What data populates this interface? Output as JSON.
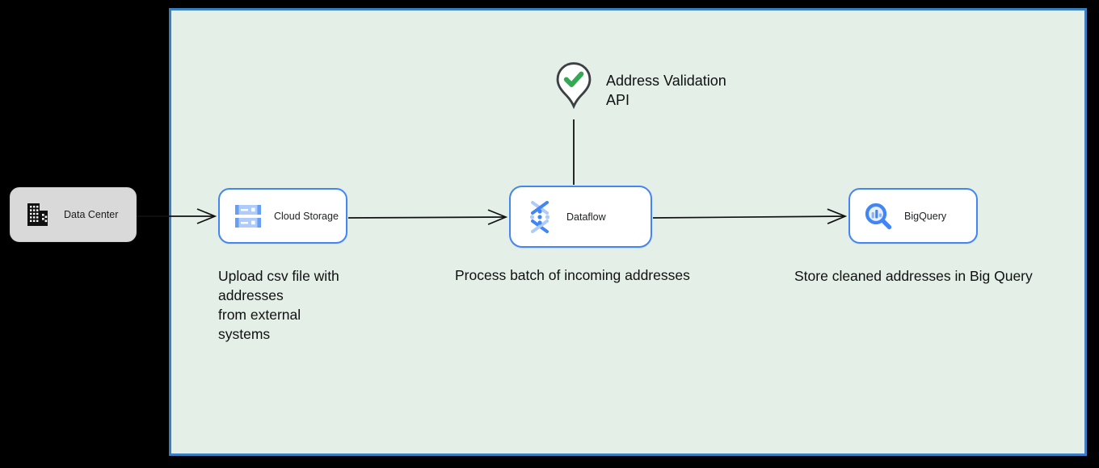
{
  "panel": {
    "bg_color": "#e3efe7",
    "border_color": "#3a7fb1"
  },
  "external": {
    "label": "Data Center",
    "bg_color": "#d9d9d9"
  },
  "nodes": [
    {
      "id": "cloud-storage",
      "label": "Cloud Storage",
      "caption": "Upload csv file with\naddresses\nfrom external\nsystems"
    },
    {
      "id": "dataflow",
      "label": "Dataflow",
      "caption": "Process batch of incoming addresses"
    },
    {
      "id": "bigquery",
      "label": "BigQuery",
      "caption": "Store cleaned addresses in Big Query"
    }
  ],
  "api_marker": {
    "label": "Address Validation\nAPI",
    "check_color": "#34a853"
  },
  "icons": {
    "data_center": "building-icon",
    "cloud_storage": "storage-buckets-icon",
    "dataflow": "dataflow-pipeline-icon",
    "bigquery": "magnifier-chart-icon",
    "api_marker": "map-pin-check-icon"
  },
  "colors": {
    "node_border": "#4285f4",
    "icon_blue": "#4285f4",
    "icon_blue_light": "#aecbfa",
    "arrow": "#111111"
  }
}
